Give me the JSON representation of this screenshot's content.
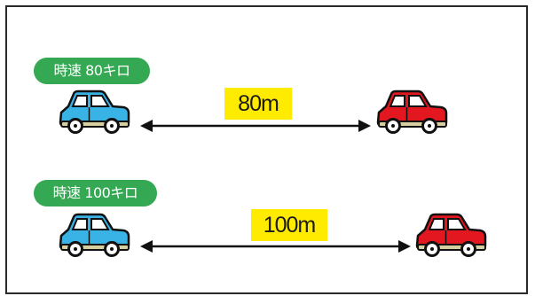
{
  "colors": {
    "badge": "#34a853",
    "distance_highlight": "#ffeb00",
    "car_front": "#39b3e6",
    "car_rear": "#e2171f",
    "arrow": "#111111",
    "frame": "#2a2a2a"
  },
  "rows": [
    {
      "speed_label": "時速 80キロ",
      "distance_label": "80m"
    },
    {
      "speed_label": "時速 100キロ",
      "distance_label": "100m"
    }
  ]
}
